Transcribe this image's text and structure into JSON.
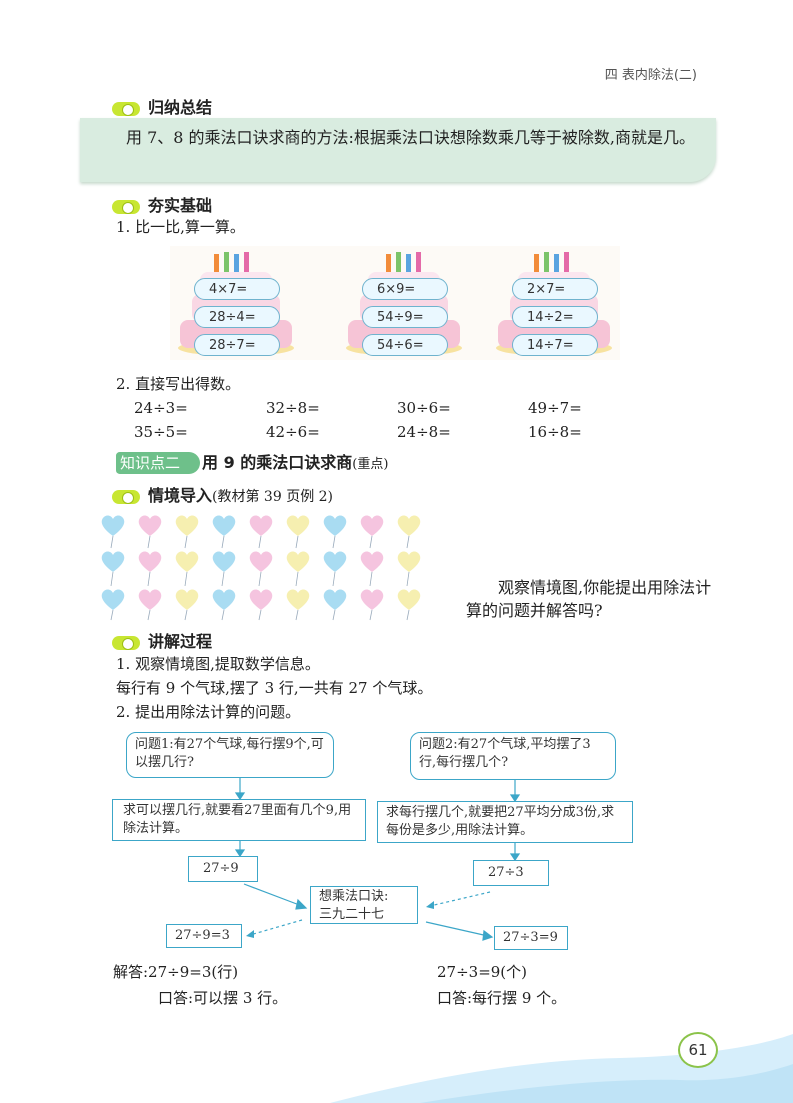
{
  "header": {
    "chapter": "四 表内除法(二)"
  },
  "summary": {
    "title": "归纳总结",
    "text": "用 7、8 的乘法口诀求商的方法:根据乘法口诀想除数乘几等于被除数,商就是几。"
  },
  "basics": {
    "title": "夯实基础",
    "q1": "1. 比一比,算一算。",
    "cakes": [
      [
        "4×7=",
        "28÷4=",
        "28÷7="
      ],
      [
        "6×9=",
        "54÷9=",
        "54÷6="
      ],
      [
        "2×7=",
        "14÷2=",
        "14÷7="
      ]
    ],
    "q2": "2. 直接写出得数。",
    "q2_rows": [
      [
        "24÷3=",
        "32÷8=",
        "30÷6=",
        "49÷7="
      ],
      [
        "35÷5=",
        "42÷6=",
        "24÷8=",
        "16÷8="
      ]
    ]
  },
  "kp2": {
    "tag": "知识点二",
    "title": "用 9 的乘法口诀求商",
    "note": "(重点)"
  },
  "scenario": {
    "title": "情境导入",
    "note": "(教材第 39 页例 2)",
    "question": "观察情境图,你能提出用除法计算的问题并解答吗?"
  },
  "process": {
    "title": "讲解过程",
    "s1": "1. 观察情境图,提取数学信息。",
    "s1_info": "每行有 9 个气球,摆了 3 行,一共有 27 个气球。",
    "s2": "2. 提出用除法计算的问题。",
    "q1_box": "问题1:有27个气球,每行摆9个,可以摆几行?",
    "q2_box": "问题2:有27个气球,平均摆了3行,每行摆几个?",
    "a1_box": "求可以摆几行,就要看27里面有几个9,用除法计算。",
    "a2_box": "求每行摆几个,就要把27平均分成3份,求每份是多少,用除法计算。",
    "expr1": "27÷9",
    "expr2": "27÷3",
    "center_line1": "想乘法口诀:",
    "center_line2": "三九二十七",
    "res1": "27÷9=3",
    "res2": "27÷3=9",
    "ans1_line1": "解答:27÷9=3(行)",
    "ans1_line2": "口答:可以摆 3 行。",
    "ans2_line1": "27÷3=9(个)",
    "ans2_line2": "口答:每行摆 9 个。"
  },
  "page_number": "61",
  "colors": {
    "accent": "#3ca6c8",
    "summary_bg": "#d9ece0",
    "pill": "#c8e632",
    "kp_tag": "#6ec08a"
  }
}
